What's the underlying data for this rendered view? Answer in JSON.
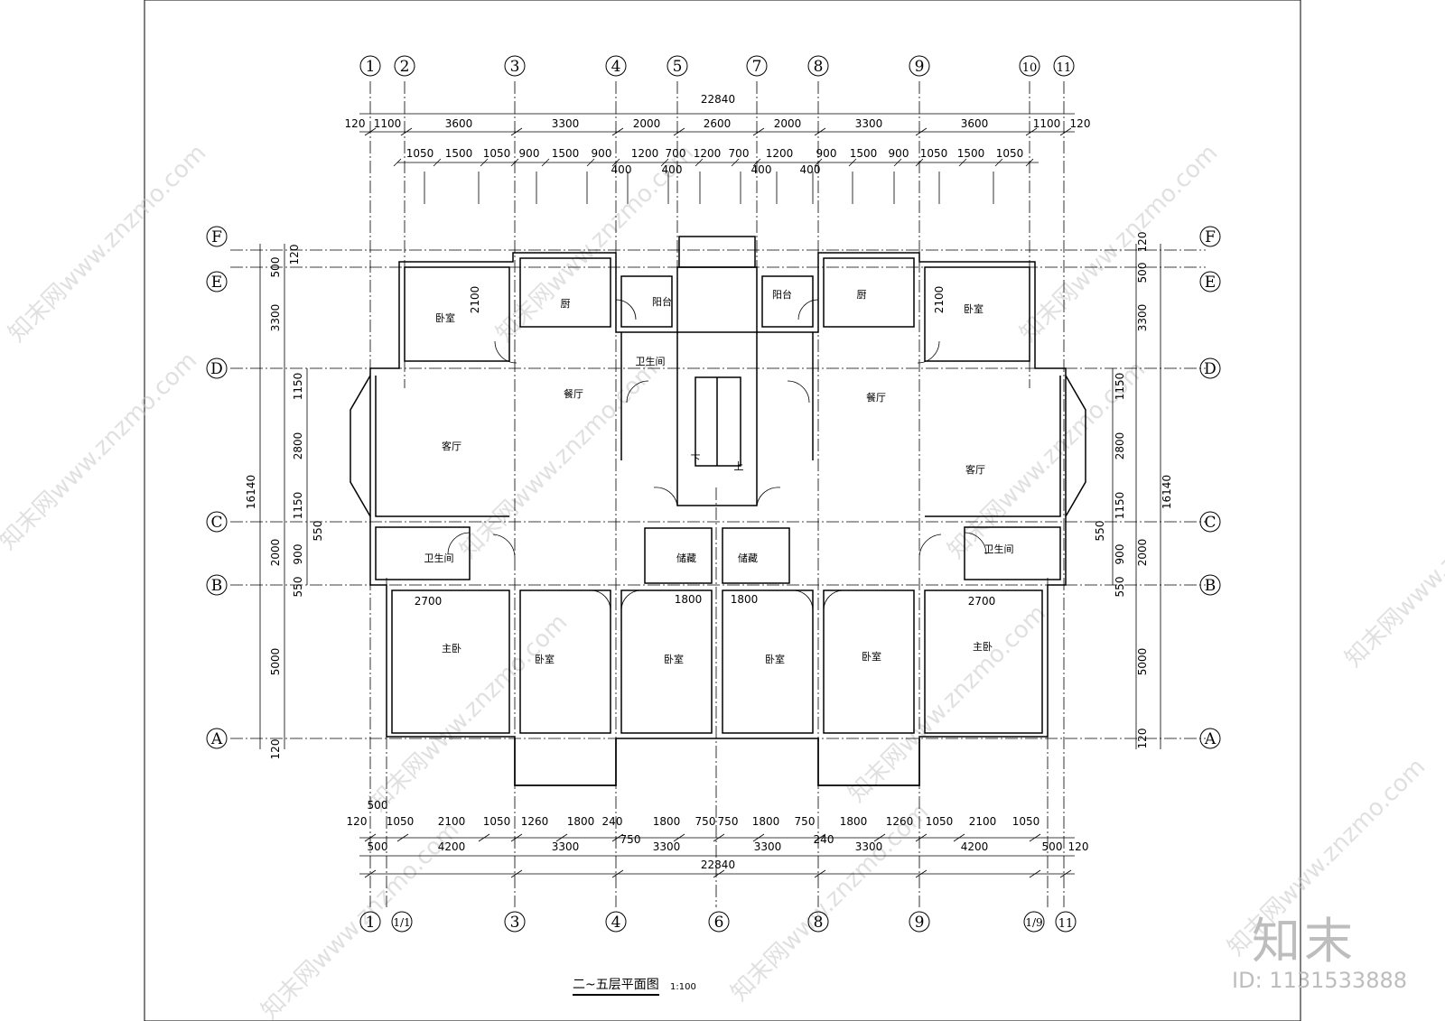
{
  "drawing": {
    "title": "二~五层平面图",
    "scale": "1:100"
  },
  "watermark": {
    "brand": "知末",
    "id": "ID: 1131533888",
    "site_text": "知末网www.znzmo.com"
  },
  "axes": {
    "top": [
      "1",
      "2",
      "3",
      "4",
      "5",
      "7",
      "8",
      "9",
      "10",
      "11"
    ],
    "bottom": [
      "1",
      "1/1",
      "3",
      "4",
      "6",
      "8",
      "9",
      "1/9",
      "11"
    ],
    "sides": [
      "F",
      "E",
      "D",
      "C",
      "B",
      "A"
    ]
  },
  "dimensions": {
    "top_total": "22840",
    "top_row1": [
      "120",
      "1100",
      "3600",
      "3300",
      "2000",
      "2600",
      "2000",
      "3300",
      "3600",
      "1100",
      "120"
    ],
    "top_row2": [
      "1050",
      "1500",
      "1050",
      "900",
      "1500",
      "900",
      "1200",
      "700",
      "1200",
      "700",
      "1200",
      "900",
      "1500",
      "900",
      "1050",
      "1500",
      "1050"
    ],
    "top_row2_sub": [
      "400",
      "400",
      "400",
      "400"
    ],
    "bottom_row1": [
      "120",
      "1050",
      "2100",
      "1050",
      "1260",
      "1800",
      "240",
      "1800",
      "750",
      "750",
      "1800",
      "750",
      "1800",
      "1260",
      "1050",
      "2100",
      "1050"
    ],
    "bottom_row1_extra": [
      "500",
      "750",
      "240"
    ],
    "bottom_row2": [
      "500",
      "4200",
      "3300",
      "3300",
      "3300",
      "3300",
      "4200",
      "500",
      "120"
    ],
    "bottom_total": "22840",
    "left_outer": [
      "500",
      "3300",
      "2000",
      "5000",
      "120"
    ],
    "left_outer_total": "16140",
    "left_inner": [
      "120",
      "1150",
      "2800",
      "1150",
      "550",
      "900",
      "550"
    ],
    "right_outer": [
      "500",
      "3300",
      "2000",
      "5000",
      "120"
    ],
    "right_outer_total": "16140",
    "right_inner": [
      "120",
      "1150",
      "2800",
      "1150",
      "550",
      "900",
      "550"
    ],
    "interior": [
      "2100",
      "2100",
      "2700",
      "1800",
      "1800",
      "2700"
    ]
  },
  "rooms": {
    "bedroom": "卧室",
    "kitchen": "厨",
    "balcony": "阳台",
    "toilet": "卫生间",
    "dining": "餐厅",
    "living": "客厅",
    "storage": "储藏",
    "master": "主卧",
    "down": "下",
    "up": "上"
  }
}
